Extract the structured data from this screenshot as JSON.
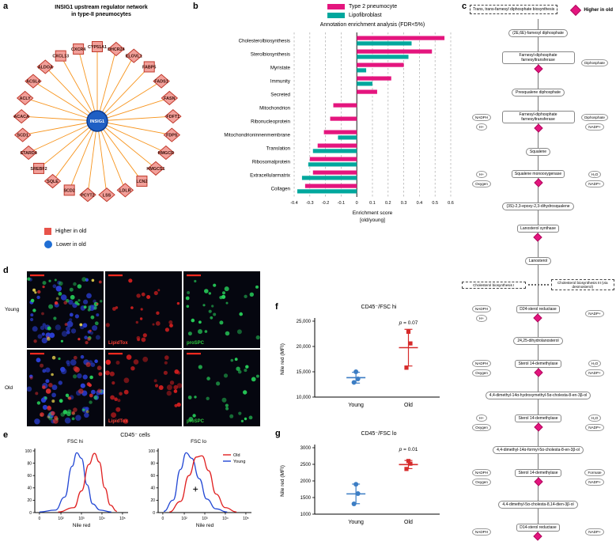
{
  "colors": {
    "pink": "#e4157e",
    "teal": "#00a79d",
    "orange": "#f7941d",
    "node_fill": "#f2a09a",
    "node_stroke": "#c0392b",
    "blue": "#1f5fc4",
    "young_blue": "#3c7dc4",
    "old_red": "#d62b2b",
    "legend_red": "#e8534a"
  },
  "panels": {
    "a": {
      "label": "a",
      "title1": "INSIG1 upstream regulator network",
      "title2": "in type-II pneumocytes",
      "center": "INSIG1",
      "nodes": [
        {
          "label": "CYP51A1",
          "shape": "square"
        },
        {
          "label": "DHCR24",
          "shape": "diamond"
        },
        {
          "label": "ELOVL1",
          "shape": "diamond"
        },
        {
          "label": "FABP5",
          "shape": "square"
        },
        {
          "label": "FADS1",
          "shape": "diamond"
        },
        {
          "label": "FASN",
          "shape": "diamond"
        },
        {
          "label": "FDFT1",
          "shape": "diamond"
        },
        {
          "label": "FDPS",
          "shape": "diamond"
        },
        {
          "label": "HMGCR",
          "shape": "diamond"
        },
        {
          "label": "HMGCS1",
          "shape": "diamond"
        },
        {
          "label": "LCN2",
          "shape": "square"
        },
        {
          "label": "LDLR",
          "shape": "diamond"
        },
        {
          "label": "LSS",
          "shape": "diamond"
        },
        {
          "label": "PCYT2",
          "shape": "diamond"
        },
        {
          "label": "SCD2",
          "shape": "square"
        },
        {
          "label": "SQLE",
          "shape": "diamond"
        },
        {
          "label": "SREBF2",
          "shape": "square"
        },
        {
          "label": "STARD4",
          "shape": "diamond"
        },
        {
          "label": "SCD1",
          "shape": "diamond"
        },
        {
          "label": "ACACA",
          "shape": "diamond"
        },
        {
          "label": "ACLY",
          "shape": "diamond"
        },
        {
          "label": "ACSL4",
          "shape": "diamond"
        },
        {
          "label": "ALDOA",
          "shape": "diamond"
        },
        {
          "label": "CXCL13",
          "shape": "square"
        },
        {
          "label": "CXCR4",
          "shape": "square"
        }
      ],
      "legend": [
        {
          "label": "Higher in old",
          "shape": "square",
          "color": "#e8534a"
        },
        {
          "label": "Lower in old",
          "shape": "circle",
          "color": "#1f6ed4"
        }
      ]
    },
    "b": {
      "label": "b"
    },
    "c": {
      "label": "c",
      "legend_label": "Higher in old",
      "steps": [
        {
          "kind": "header",
          "text": "Trans, trans-farnesyl diphosphate biosynthesis"
        },
        {
          "kind": "met",
          "text": "(2E,6E)-farnesyl diphosphate"
        },
        {
          "kind": "enz",
          "text": "Farnesyl-diphosphate farnesyltransferase",
          "hi": true,
          "right": [
            "Diphosphate"
          ]
        },
        {
          "kind": "met",
          "text": "Presqualene diphosphate"
        },
        {
          "kind": "enz",
          "text": "Farnesyl-diphosphate farnesyltransferase",
          "hi": true,
          "left": [
            "NADPH",
            "H+"
          ],
          "right": [
            "Diphosphate",
            "NADP+"
          ]
        },
        {
          "kind": "met",
          "text": "Squalene"
        },
        {
          "kind": "enz",
          "text": "Squalene monooxygenase",
          "hi": true,
          "left": [
            "H+",
            "Oxygen"
          ],
          "right": [
            "H₂O",
            "NADP+"
          ]
        },
        {
          "kind": "met",
          "text": "(3S)-2,3-epoxy-2,3-dihydrosqualene"
        },
        {
          "kind": "enz",
          "text": "Lanosterol synthase",
          "hi": true
        },
        {
          "kind": "met",
          "text": "Lanosterol"
        },
        {
          "kind": "branch",
          "left_box": "Cholesterol biosynthesis I",
          "right_box": "Cholesterol biosynthesis III (via desmosterol)"
        },
        {
          "kind": "enz",
          "text": "D24-sterol reductase",
          "hi": true,
          "left": [
            "NADPH",
            "H+"
          ],
          "right": [
            "NADP+"
          ]
        },
        {
          "kind": "met",
          "text": "24,25-dihydrolanosterol"
        },
        {
          "kind": "enz",
          "text": "Sterol 14-demethylase",
          "hi": true,
          "left": [
            "NADPH",
            "Oxygen"
          ],
          "right": [
            "H₂O",
            "NADP+"
          ]
        },
        {
          "kind": "met",
          "text": "4,4-dimethyl-14α-hydroxymethyl-5α-cholesta-8-en-3β-ol"
        },
        {
          "kind": "enz",
          "text": "Sterol 14-demethylase",
          "hi": true,
          "left": [
            "H+",
            "Oxygen"
          ],
          "right": [
            "H₂O",
            "NADP+"
          ]
        },
        {
          "kind": "met",
          "text": "4,4-dimethyl-14α-formyl-5α-cholesta-8-en-3β-ol"
        },
        {
          "kind": "enz",
          "text": "Sterol 14-demethylase",
          "hi": true,
          "left": [
            "NADPH",
            "Oxygen"
          ],
          "right": [
            "Formate",
            "NADP+"
          ]
        },
        {
          "kind": "met",
          "text": "4,4-dimethyl-5α-cholesta-8,14-dien-3β-ol"
        },
        {
          "kind": "enz",
          "text": "D14-sterol reductase",
          "hi": true,
          "left": [
            "NADPH"
          ],
          "right": [
            "NADP+"
          ]
        }
      ]
    },
    "d": {
      "label": "d",
      "rows": [
        "Young",
        "Old"
      ],
      "col_labels": [
        {
          "text": "",
          "color": ""
        },
        {
          "text": "LipidTox",
          "color": "#ff4136"
        },
        {
          "text": "proSPC",
          "color": "#2ecc40"
        }
      ],
      "tiles": [
        [
          {
            "dots": [
              [
                "#2b3fd6",
                46,
                2,
                4
              ],
              [
                "#27d05a",
                30,
                1.5,
                3
              ],
              [
                "#e03030",
                14,
                1.5,
                2.5
              ],
              [
                "#e8d44d",
                6,
                1.5,
                2.5
              ]
            ]
          },
          {
            "dots": [
              [
                "#c81e1e",
                24,
                1.5,
                3
              ]
            ]
          },
          {
            "dots": [
              [
                "#27d05a",
                30,
                1.5,
                3
              ]
            ]
          }
        ],
        [
          {
            "dots": [
              [
                "#2b3fd6",
                42,
                2,
                4
              ],
              [
                "#27d05a",
                22,
                1.5,
                3
              ],
              [
                "#e03030",
                26,
                2,
                3.5
              ],
              [
                "#e8d44d",
                5,
                1.5,
                2.5
              ]
            ]
          },
          {
            "dots": [
              [
                "#e02020",
                34,
                2,
                3.5
              ]
            ]
          },
          {
            "dots": [
              [
                "#27d05a",
                26,
                1.5,
                3
              ]
            ]
          }
        ]
      ]
    },
    "e": {
      "label": "e",
      "title": "CD45⁻ cells"
    },
    "f": {
      "label": "f"
    },
    "g": {
      "label": "g"
    }
  },
  "chart_data": [
    {
      "id": "enrichment",
      "type": "bar",
      "orientation": "horizontal",
      "title": "Annotation enrichment analysis (FDR<5%)",
      "categories": [
        "Cholesterolbiosynthesis",
        "Sterolbiosynthesis",
        "Myristate",
        "Immunity",
        "Secreted",
        "Mitochondrion",
        "Ribonucleoprotein",
        "Mitochondrioninnenmembrane",
        "Translation",
        "Ribosomalprotein",
        "Extracellularmatrix",
        "Collagen"
      ],
      "series": [
        {
          "name": "Type 2 pneumocyte",
          "color": "#e4157e",
          "values": [
            0.56,
            0.48,
            0.3,
            0.22,
            0.13,
            -0.15,
            -0.17,
            -0.21,
            -0.25,
            -0.3,
            -0.28,
            -0.33
          ]
        },
        {
          "name": "Lipofibroblast",
          "color": "#00a79d",
          "values": [
            0.35,
            0.33,
            0.06,
            0.1,
            0,
            0,
            0,
            -0.12,
            -0.28,
            -0.31,
            -0.35,
            -0.38
          ]
        }
      ],
      "xlim": [
        -0.4,
        0.6
      ],
      "xticks": [
        -0.4,
        -0.3,
        -0.2,
        -0.1,
        0,
        0.1,
        0.2,
        0.3,
        0.4,
        0.5,
        0.6
      ],
      "xtick_labels": [
        "-0.4",
        "-0.3",
        "-0.2",
        "-0.1",
        "0",
        "0.1",
        "0.2",
        "0.3",
        "0.4",
        "0.5",
        "0.6"
      ],
      "xlabel_line1": "Enrichment score",
      "xlabel_line2": "[old/young]",
      "grid": "dashed-vertical",
      "legend_position": "top"
    },
    {
      "id": "hist_fsc_hi",
      "type": "line",
      "subtitle": "FSC hi",
      "xlabel": "Nile red",
      "yticks": [
        0,
        20,
        40,
        60,
        80,
        100
      ],
      "xtick_labels": [
        "0",
        "10²",
        "10³",
        "10⁴",
        "10⁵"
      ],
      "series": [
        {
          "name": "Young",
          "color": "#2247d4",
          "points": [
            [
              0.05,
              1
            ],
            [
              0.22,
              4
            ],
            [
              0.32,
              25
            ],
            [
              0.4,
              75
            ],
            [
              0.45,
              97
            ],
            [
              0.5,
              88
            ],
            [
              0.56,
              45
            ],
            [
              0.62,
              14
            ],
            [
              0.7,
              4
            ],
            [
              0.82,
              1
            ]
          ]
        },
        {
          "name": "Old",
          "color": "#e02020",
          "points": [
            [
              0.25,
              1
            ],
            [
              0.42,
              8
            ],
            [
              0.5,
              35
            ],
            [
              0.58,
              78
            ],
            [
              0.64,
              96
            ],
            [
              0.69,
              82
            ],
            [
              0.75,
              40
            ],
            [
              0.81,
              12
            ],
            [
              0.88,
              2
            ]
          ]
        }
      ]
    },
    {
      "id": "hist_fsc_lo",
      "type": "line",
      "subtitle": "FSC lo",
      "xlabel": "Nile red",
      "yticks": [
        0,
        20,
        40,
        60,
        80,
        100
      ],
      "xtick_labels": [
        "0",
        "10²",
        "10³",
        "10⁴",
        "10⁵"
      ],
      "legend": [
        "Old",
        "Young"
      ],
      "marker_plus": [
        0.4,
        38
      ],
      "series": [
        {
          "name": "Young",
          "color": "#2247d4",
          "points": [
            [
              0.06,
              2
            ],
            [
              0.16,
              20
            ],
            [
              0.24,
              70
            ],
            [
              0.3,
              97
            ],
            [
              0.36,
              88
            ],
            [
              0.44,
              55
            ],
            [
              0.52,
              22
            ],
            [
              0.62,
              6
            ],
            [
              0.74,
              1
            ]
          ]
        },
        {
          "name": "Old",
          "color": "#e02020",
          "points": [
            [
              0.12,
              1
            ],
            [
              0.24,
              18
            ],
            [
              0.33,
              60
            ],
            [
              0.41,
              90
            ],
            [
              0.47,
              92
            ],
            [
              0.54,
              68
            ],
            [
              0.62,
              30
            ],
            [
              0.72,
              8
            ],
            [
              0.84,
              1
            ]
          ]
        }
      ]
    },
    {
      "id": "mfi_fsc_hi",
      "type": "scatter",
      "title": "CD45⁻/FSC hi",
      "ylabel": "Nile red (MFI)",
      "ylim": [
        10000,
        25000
      ],
      "yticks": [
        10000,
        15000,
        20000,
        25000
      ],
      "ytick_labels": [
        "10,000",
        "15,000",
        "20,000",
        "25,000"
      ],
      "p_label": "p = 0.07",
      "groups": [
        {
          "name": "Young",
          "color": "#3c7dc4",
          "marker": "circle",
          "values": [
            12900,
            13600,
            15000
          ]
        },
        {
          "name": "Old",
          "color": "#d62b2b",
          "marker": "square",
          "values": [
            15800,
            20600,
            22900
          ]
        }
      ]
    },
    {
      "id": "mfi_fsc_lo",
      "type": "scatter",
      "title": "CD45⁻/FSC lo",
      "ylabel": "Nile red (MFI)",
      "ylim": [
        1000,
        3000
      ],
      "yticks": [
        1000,
        1500,
        2000,
        2500,
        3000
      ],
      "ytick_labels": [
        "1000",
        "1500",
        "2000",
        "2500",
        "3000"
      ],
      "p_label": "p = 0.01",
      "groups": [
        {
          "name": "Young",
          "color": "#3c7dc4",
          "marker": "circle",
          "values": [
            1310,
            1620,
            1900
          ]
        },
        {
          "name": "Old",
          "color": "#d62b2b",
          "marker": "square",
          "values": [
            2360,
            2520,
            2600
          ]
        }
      ]
    }
  ]
}
